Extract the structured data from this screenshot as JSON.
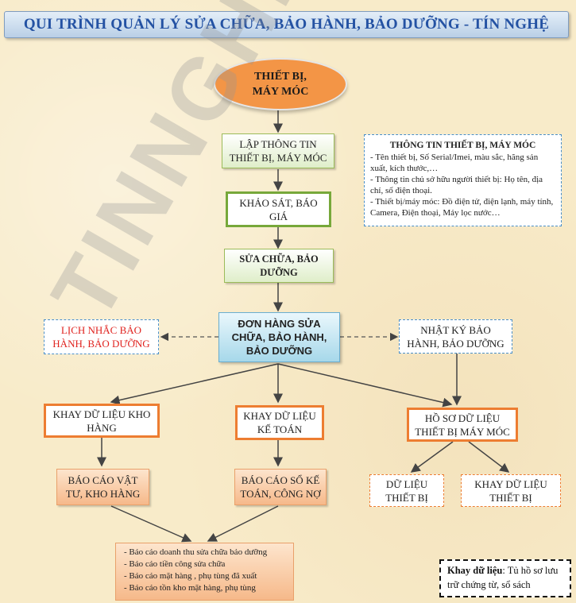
{
  "title": "QUI TRÌNH QUẢN LÝ SỬA CHỮA, BẢO HÀNH, BẢO DƯỠNG - TÍN NGHỆ",
  "watermark": "TINNGHE.COM",
  "nodes": {
    "device": [
      "THIẾT BỊ,",
      "MÁY MÓC"
    ],
    "create_info": [
      "LẬP THÔNG TIN",
      "THIẾT BỊ, MÁY MÓC"
    ],
    "survey": [
      "KHẢO SÁT, BÁO",
      "GIÁ"
    ],
    "repair": [
      "SỬA CHỮA, BẢO",
      "DƯỠNG"
    ],
    "order": [
      "ĐƠN HÀNG SỬA",
      "CHỮA, BẢO HÀNH,",
      "BẢO DƯỠNG"
    ],
    "reminder": [
      "LỊCH NHẮC BẢO",
      "HÀNH, BẢO DƯỠNG"
    ],
    "log": [
      "NHẬT KÝ BẢO",
      "HÀNH, BẢO DƯỠNG"
    ],
    "warehouse_data": [
      "KHAY DỮ LIỆU KHO",
      "HÀNG"
    ],
    "accounting_data": [
      "KHAY DỮ LIỆU",
      "KẾ TOÁN"
    ],
    "device_records": [
      "HỒ SƠ DỮ LIỆU",
      "THIẾT BỊ MÁY MÓC"
    ],
    "materials_report": [
      "BÁO CÁO VẬT",
      "TƯ, KHO HÀNG"
    ],
    "ledger_report": [
      "BÁO CÁO SỔ KẾ",
      "TOÁN, CÔNG NỢ"
    ],
    "device_data": [
      "DỮ LIỆU",
      "THIẾT BỊ"
    ],
    "device_data_tray": [
      "KHAY DỮ LIỆU",
      "THIẾT BỊ"
    ]
  },
  "info_box": {
    "title": "THÔNG TIN THIẾT BỊ, MÁY MÓC",
    "lines": [
      "- Tên thiết bị, Số Serial/Imei, màu sắc, hãng sản xuất, kích thước,…",
      "- Thông tin chủ sở hữu người thiết bị: Họ tên, địa chỉ, số điện thoại.",
      "- Thiết bị/máy móc: Đồ điện tử, điện lạnh, máy tính, Camera, Điện thoại,  Máy lọc nước…"
    ]
  },
  "reports": [
    "- Báo cáo doanh thu sửa chữa bảo dưỡng",
    "- Báo cáo tiền công sửa chữa",
    "- Báo cáo mặt hàng , phụ tùng đã xuất",
    "- Báo cáo tồn  kho mặt hàng, phụ tùng"
  ],
  "legend": {
    "key": "Khay dữ liệu",
    "value": ": Tủ hồ sơ lưu trữ chứng từ, sổ sách"
  },
  "colors": {
    "title_text": "#2452a3",
    "ellipse_fill": "#f39546",
    "green_border": "#77a83a",
    "orange_border": "#ed7d31",
    "blue_dash": "#4a8fc8",
    "reminder_text": "#e0231f"
  }
}
